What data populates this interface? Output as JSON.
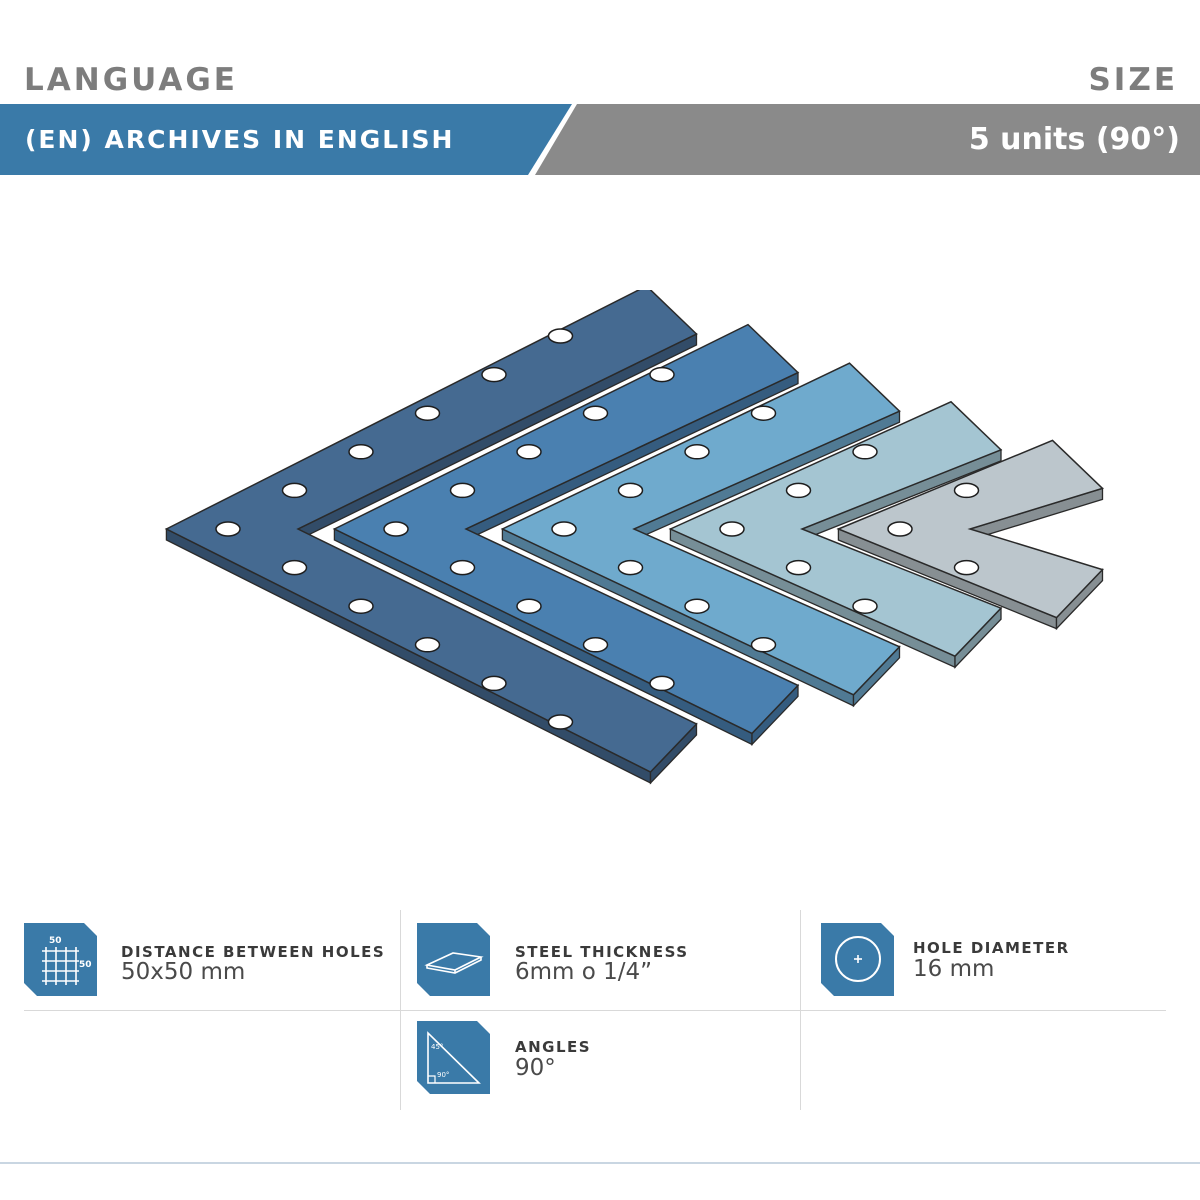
{
  "header": {
    "language_label": "LANGUAGE",
    "language_value": "(EN) ARCHIVES IN ENGLISH",
    "size_label": "SIZE",
    "size_value": "5 units (90°)",
    "colors": {
      "blue": "#3a7aa8",
      "gray": "#8a8a8a",
      "label": "#7d7d7d"
    }
  },
  "plates": {
    "count": 5,
    "colors": [
      "#456a91",
      "#4a80b0",
      "#6faacd",
      "#a4c5d2",
      "#bcc6cc"
    ],
    "icon": "l-bracket-plates-illustration"
  },
  "specs": [
    {
      "icon": "grid-spacing-icon",
      "icon_labels": [
        "50",
        "50"
      ],
      "title": "DISTANCE BETWEEN HOLES",
      "value": "50x50 mm"
    },
    {
      "icon": "steel-plate-icon",
      "title": "STEEL THICKNESS",
      "value": "6mm o 1/4”"
    },
    {
      "icon": "hole-diameter-icon",
      "title": "HOLE DIAMETER",
      "value": "16 mm"
    },
    {
      "icon": "triangle-angle-icon",
      "icon_labels": [
        "45°",
        "90°"
      ],
      "title": "ANGLES",
      "value": "90°"
    }
  ]
}
